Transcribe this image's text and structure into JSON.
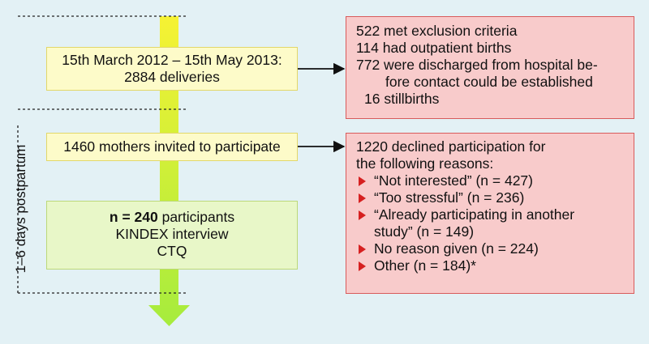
{
  "timeline": {
    "axis_label": "1–6 days postpartum",
    "colors": {
      "top": "#f6f233",
      "bottom": "#a6ec3d",
      "dashes": "#222222"
    }
  },
  "flow": {
    "deliveries": {
      "lines": [
        "15th March 2012 – 15th May 2013:",
        "2884 deliveries"
      ]
    },
    "invited": {
      "label": "1460 mothers invited to participate"
    },
    "participants": {
      "n_prefix": "n = 240",
      "n_suffix": " participants",
      "lines": [
        "KINDEX interview",
        "CTQ"
      ]
    }
  },
  "exclusions": {
    "lines": [
      "522 met exclusion criteria",
      "114 had outpatient births",
      "772 were discharged from hospital be-",
      "fore contact could be established",
      "16 stillbirths"
    ],
    "colors": {
      "fill": "#f8cbcb",
      "border": "#d85b5b"
    }
  },
  "declined": {
    "lines": [
      "1220 declined participation for",
      "the following reasons:"
    ],
    "reasons": [
      "“Not interested” (n = 427)",
      "“Too stressful” (n = 236)",
      "“Already participating in another",
      "study” (n = 149)",
      "No reason given (n = 224)",
      "Other (n = 184)*"
    ],
    "bullet_color": "#d62020"
  }
}
